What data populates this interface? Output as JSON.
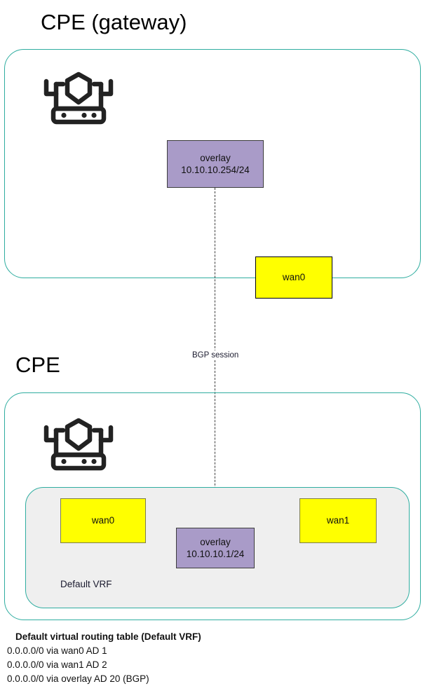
{
  "diagram": {
    "title_gateway": "CPE (gateway)",
    "title_cpe": "CPE",
    "bgp_label": "BGP session",
    "vrf_label": "Default VRF",
    "colors": {
      "container_border": "#2fada0",
      "wan_fill": "#ffff00",
      "overlay_fill": "#a99bc8",
      "vrf_fill": "#efefef",
      "text": "#111111"
    }
  },
  "gateway": {
    "overlay": {
      "name": "overlay",
      "address": "10.10.10.254/24"
    },
    "wan0": {
      "name": "wan0"
    }
  },
  "cpe": {
    "wan0": {
      "name": "wan0"
    },
    "overlay": {
      "name": "overlay",
      "address": "10.10.10.1/24"
    },
    "wan1": {
      "name": "wan1"
    }
  },
  "routing_table": {
    "title": "Default virtual routing table (Default VRF)",
    "routes": [
      "0.0.0.0/0 via wan0 AD 1",
      "0.0.0.0/0 via wan1 AD 2",
      "0.0.0.0/0 via overlay AD 20 (BGP)"
    ]
  }
}
